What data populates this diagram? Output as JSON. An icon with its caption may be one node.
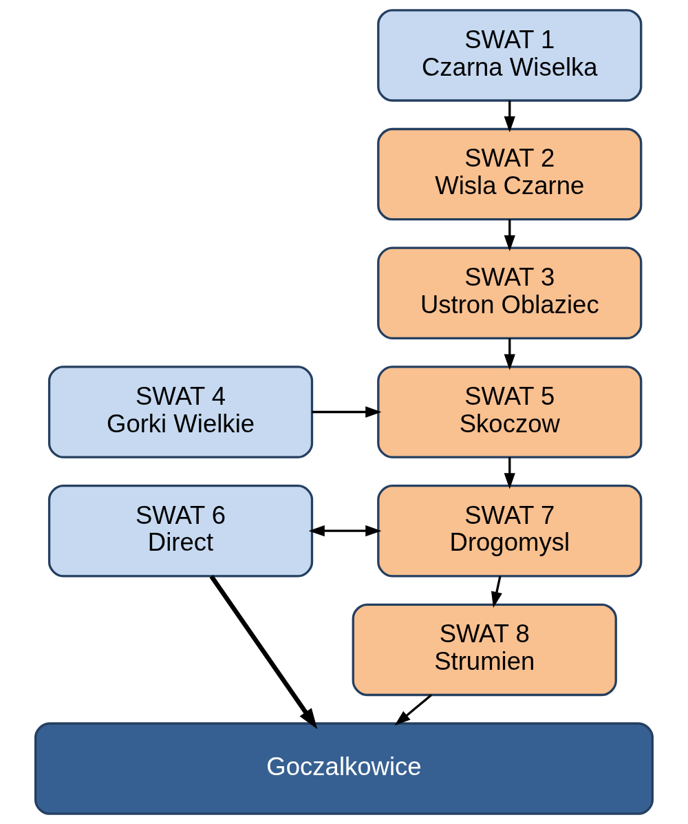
{
  "diagram": {
    "nodes": [
      {
        "text": [
          "SWAT 1",
          "Czarna Wiselka"
        ]
      },
      {
        "text": [
          "SWAT 2",
          "Wisla Czarne"
        ]
      },
      {
        "text": [
          "SWAT 3",
          "Ustron Oblaziec"
        ]
      },
      {
        "text": [
          "SWAT 4",
          "Gorki Wielkie"
        ]
      },
      {
        "text": [
          "SWAT 5",
          "Skoczow"
        ]
      },
      {
        "text": [
          "SWAT 6",
          "Direct"
        ]
      },
      {
        "text": [
          "SWAT 7",
          "Drogomysl"
        ]
      },
      {
        "text": [
          "SWAT 8",
          "Strumien"
        ]
      },
      {
        "text": [
          "Goczalkowice"
        ]
      }
    ],
    "edges": [
      {
        "from": 0,
        "to": 1,
        "arrow": "to"
      },
      {
        "from": 1,
        "to": 2,
        "arrow": "to"
      },
      {
        "from": 2,
        "to": 4,
        "arrow": "to"
      },
      {
        "from": 3,
        "to": 4,
        "arrow": "to"
      },
      {
        "from": 4,
        "to": 6,
        "arrow": "to"
      },
      {
        "from": 5,
        "to": 6,
        "arrow": "both"
      },
      {
        "from": 6,
        "to": 7,
        "arrow": "to"
      },
      {
        "from": 7,
        "to": 8,
        "arrow": "to"
      },
      {
        "from": 5,
        "to": 8,
        "arrow": "to",
        "style": "thick"
      }
    ]
  }
}
